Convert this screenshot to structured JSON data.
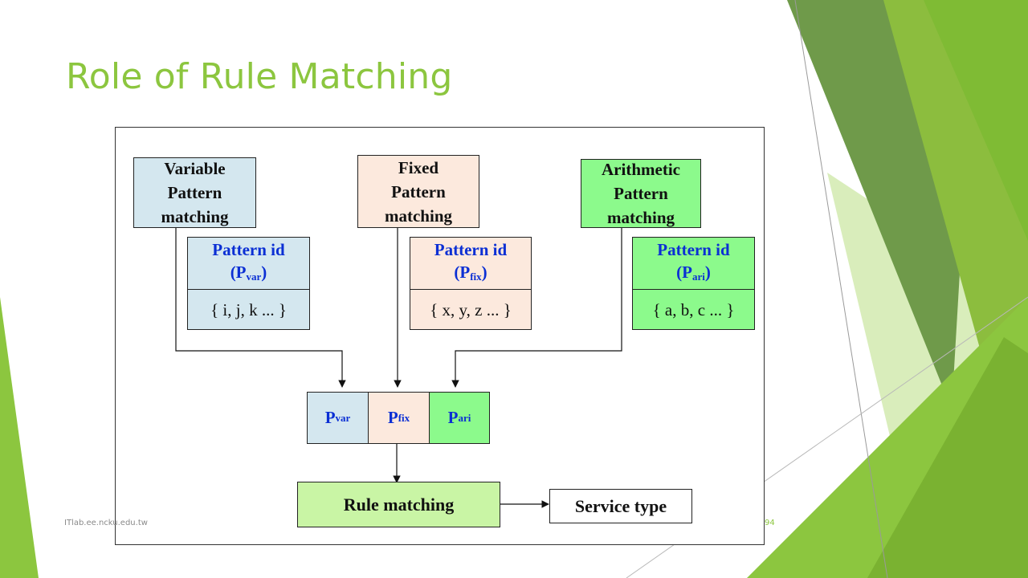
{
  "title": "Role of Rule Matching",
  "footer": {
    "left": "ITlab.ee.ncku.edu.tw",
    "page": "94"
  },
  "diagram": {
    "categories": [
      {
        "label": "Variable\nPattern\nmatching"
      },
      {
        "label": "Fixed\nPattern\nmatching"
      },
      {
        "label": "Arithmetic\nPattern\nmatching"
      }
    ],
    "pattern_ids": [
      {
        "head": "Pattern id",
        "paren_open": "(P",
        "sub": "var",
        "paren_close": ")",
        "set": "{ i, j, k ... }"
      },
      {
        "head": "Pattern id",
        "paren_open": "(P",
        "sub": "fix",
        "paren_close": ")",
        "set": "{ x, y, z ... }"
      },
      {
        "head": "Pattern id",
        "paren_open": "(P",
        "sub": "ari",
        "paren_close": ")",
        "set": "{ a, b, c ... }"
      }
    ],
    "combined": [
      {
        "main": "P",
        "sub": "var"
      },
      {
        "main": "P",
        "sub": "fix"
      },
      {
        "main": "P",
        "sub": "ari"
      }
    ],
    "rule_matching": "Rule matching",
    "service_type": "Service type"
  },
  "colors": {
    "title": "#8cc63f",
    "variable": "#d4e7ef",
    "fixed": "#fce9dd",
    "arithmetic": "#8cfa8c",
    "rule": "#c9f5a5",
    "id_text": "#0b2fd4"
  }
}
